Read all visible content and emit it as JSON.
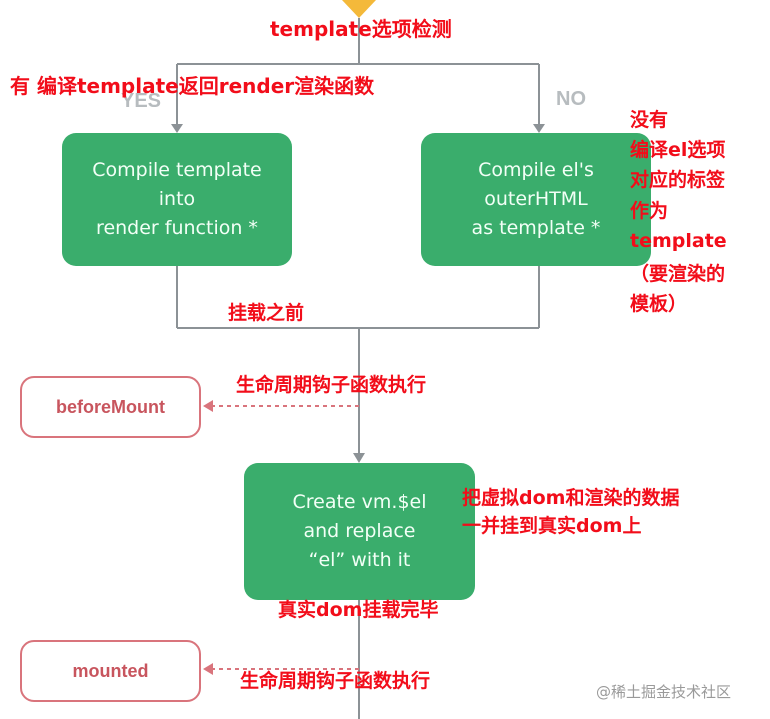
{
  "diagram": {
    "yes_label": "YES",
    "no_label": "NO",
    "box_compile_template": "Compile template\ninto\nrender function *",
    "box_compile_el": "Compile el's\nouterHTML\nas template *",
    "box_create_vm": "Create vm.$el\nand replace\n“el” with it",
    "hook_before_mount": "beforeMount",
    "hook_mounted": "mounted"
  },
  "annotations": {
    "template_check": "template选项检测",
    "has_template": "有 编译template返回render渲染函数",
    "no_template_lines": [
      "没有",
      "编译el选项",
      "对应的标签",
      "作为",
      "template",
      "（要渲染的",
      "模板）"
    ],
    "before_mount_stage": "挂载之前",
    "hook_exec_1": "生命周期钩子函数执行",
    "replace_lines": [
      "把虚拟dom和渲染的数据",
      "一并挂到真实dom上"
    ],
    "mounted_done": "真实dom挂载完毕",
    "hook_exec_2": "生命周期钩子函数执行"
  },
  "watermark": "@稀土掘金技术社区",
  "colors": {
    "box_green": "#3aad6c",
    "line_gray": "#8c9296",
    "hook_border": "#d9747c",
    "annotation_red": "#f20d1a"
  }
}
